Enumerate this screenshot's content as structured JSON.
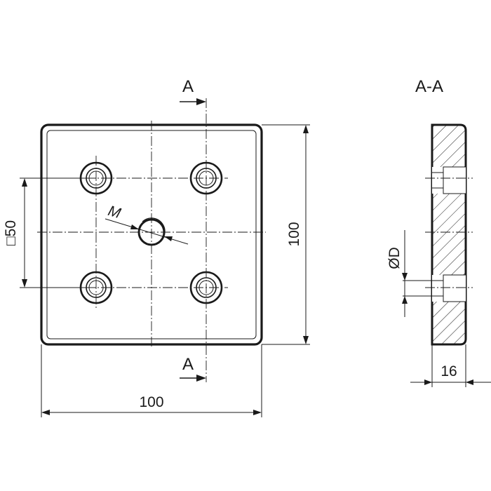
{
  "drawing": {
    "section_marker": "A",
    "section_title": "A-A",
    "label_width": "100",
    "label_height": "100",
    "label_square": "□50",
    "label_thread": "M",
    "label_bore": "ØD",
    "label_thickness": "16"
  }
}
